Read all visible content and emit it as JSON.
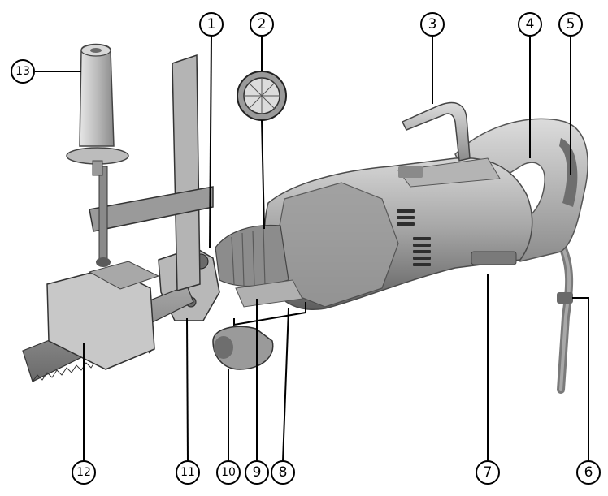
{
  "callouts": [
    {
      "id": "1",
      "label": "1"
    },
    {
      "id": "2",
      "label": "2"
    },
    {
      "id": "3",
      "label": "3"
    },
    {
      "id": "4",
      "label": "4"
    },
    {
      "id": "5",
      "label": "5"
    },
    {
      "id": "6",
      "label": "6"
    },
    {
      "id": "7",
      "label": "7"
    },
    {
      "id": "8",
      "label": "8"
    },
    {
      "id": "9",
      "label": "9"
    },
    {
      "id": "10",
      "label": "10"
    },
    {
      "id": "11",
      "label": "11"
    },
    {
      "id": "12",
      "label": "12"
    },
    {
      "id": "13",
      "label": "13"
    }
  ],
  "colors": {
    "body_light": "#c8c8c8",
    "body_mid": "#9a9a9a",
    "body_dark": "#5a5a5a",
    "blade": "#8a8a8a",
    "ink": "#000000"
  }
}
